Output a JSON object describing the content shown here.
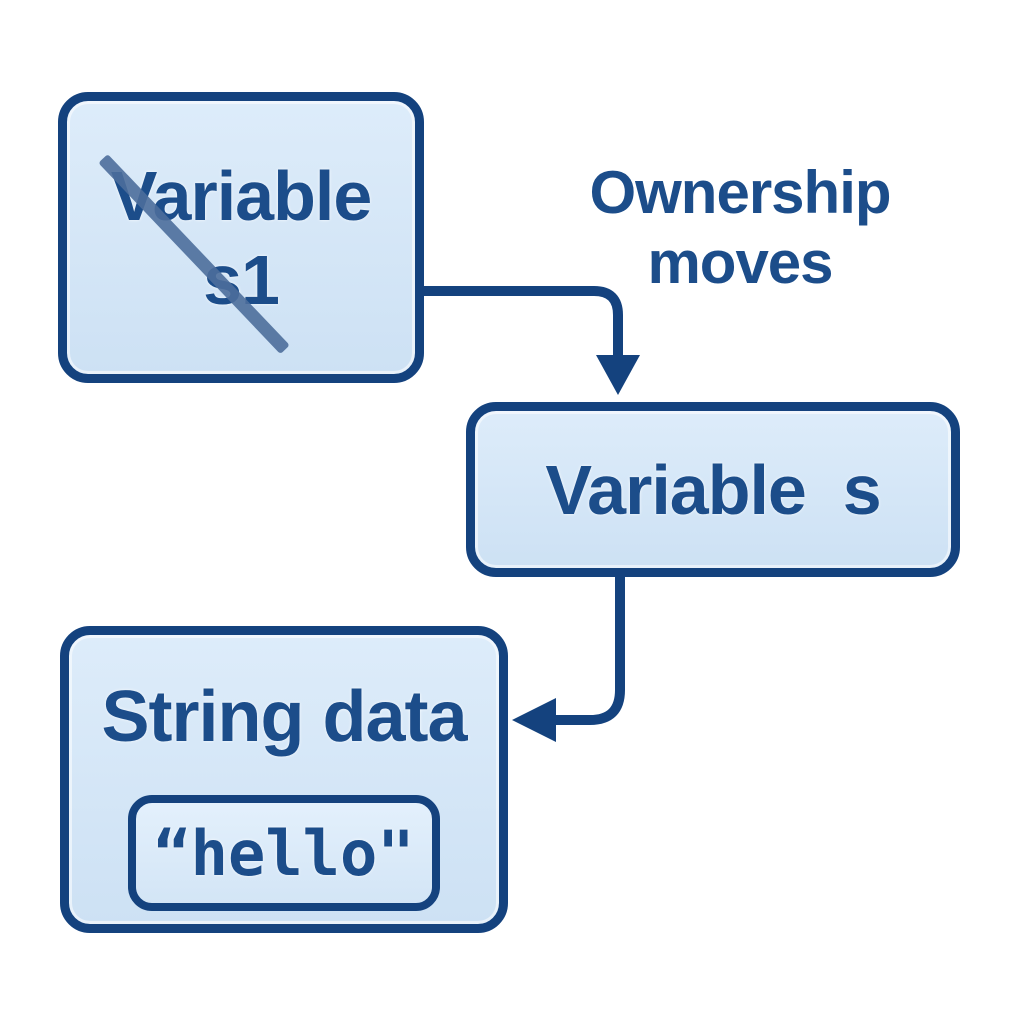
{
  "diagram": {
    "background": "#ffffff",
    "colors": {
      "outline_navy": "#14427e",
      "text_navy": "#1c4d8a",
      "box_fill_top": "#ddecfa",
      "box_fill_bottom": "#cde1f4",
      "strike_line": "#4d6e9b"
    },
    "boxes": {
      "s1": {
        "line1": "Variable",
        "line2": "s1"
      },
      "s": {
        "label": "Variable  s"
      },
      "string_data": {
        "title": "String data",
        "value": "“hello\""
      }
    },
    "arrow_label": {
      "line1": "Ownership",
      "line2": "moves"
    }
  }
}
